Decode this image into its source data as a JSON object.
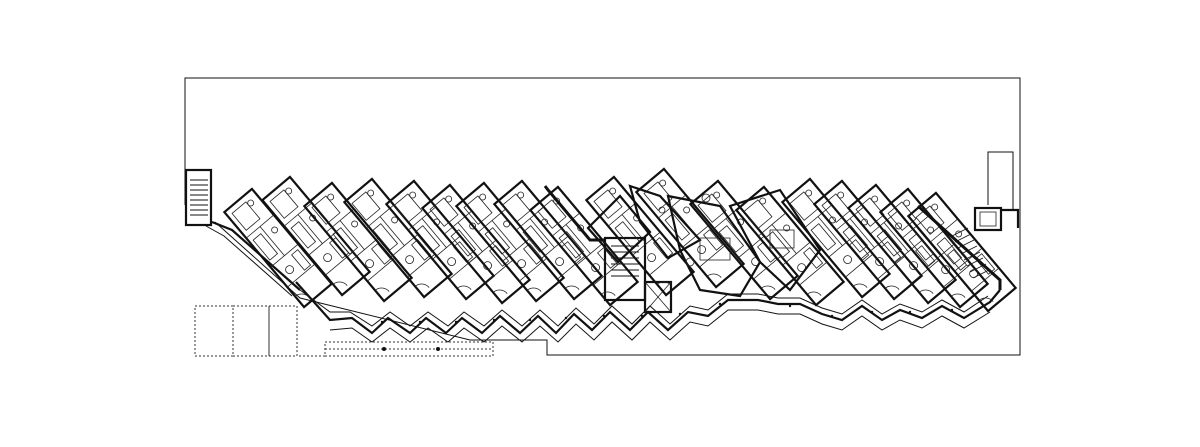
{
  "drawing": {
    "kind": "architectural floor plan",
    "background_color": "#ffffff",
    "line_color": "#111111",
    "labels": [],
    "unit_count": 18,
    "stair_count": 3,
    "dashed_annex_bays": 3
  }
}
